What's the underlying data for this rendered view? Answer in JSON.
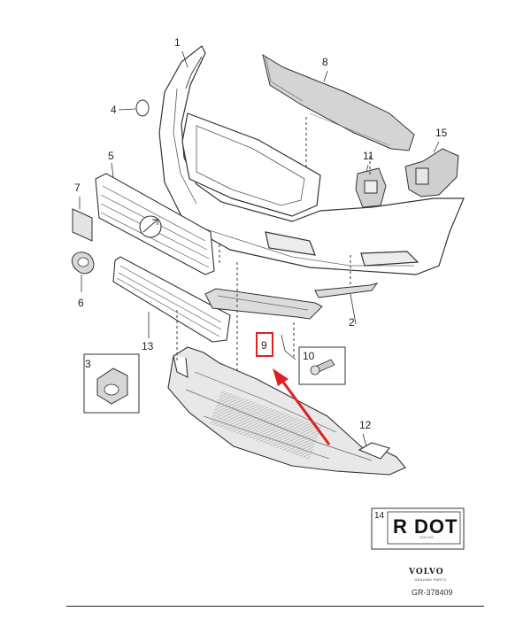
{
  "callouts": {
    "n1": "1",
    "n2": "2",
    "n3": "3",
    "n4": "4",
    "n5": "5",
    "n6": "6",
    "n7": "7",
    "n8": "8",
    "n9": "9",
    "n10": "10",
    "n11": "11",
    "n12": "12",
    "n13": "13",
    "n14": "14",
    "n15": "15"
  },
  "badge": {
    "text": "R DOT",
    "sub": "VOLVO"
  },
  "brand": {
    "name": "VOLVO",
    "tagline": "GENUINE PARTS"
  },
  "reference": "GR-378409",
  "colors": {
    "highlight": "#e02020",
    "line": "#333333",
    "shade": "#c8c8c8"
  }
}
